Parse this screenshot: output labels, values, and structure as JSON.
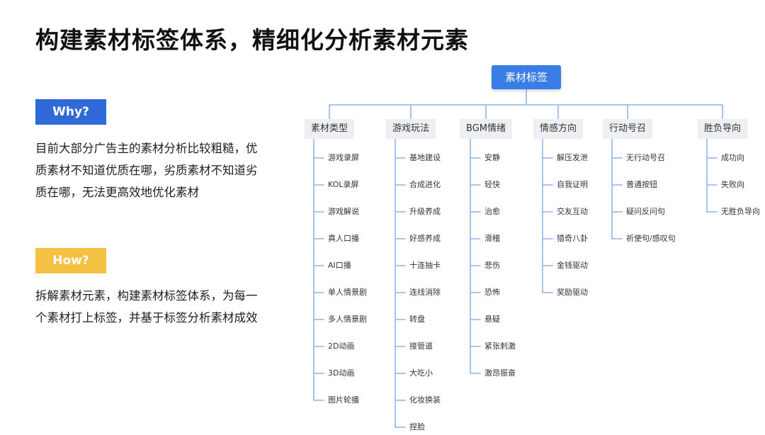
{
  "title": "构建素材标签体系，精细化分析素材元素",
  "why": {
    "label": "Why?",
    "lines": [
      "目前大部分广告主的素材分析比较粗糙，优",
      "质素材不知道优质在哪，劣质素材不知道劣",
      "质在哪，无法更高效地优化素材"
    ]
  },
  "how": {
    "label": "How?",
    "lines": [
      "拆解素材元素，构建素材标签体系，为每一",
      "个素材打上标签，并基于标签分析素材成效"
    ]
  },
  "tree": {
    "root": "素材标签",
    "categories": [
      {
        "label": "素材类型",
        "items": [
          "游戏录屏",
          "KOL录屏",
          "游戏解说",
          "真人口播",
          "AI口播",
          "单人情景剧",
          "多人情景剧",
          "2D动画",
          "3D动画",
          "图片轮播"
        ]
      },
      {
        "label": "游戏玩法",
        "items": [
          "基地建设",
          "合成进化",
          "升级养成",
          "好感养成",
          "十连抽卡",
          "连线消除",
          "转盘",
          "接管道",
          "大吃小",
          "化妆换装",
          "捏脸"
        ]
      },
      {
        "label": "BGM情绪",
        "items": [
          "安静",
          "轻快",
          "治愈",
          "滑稽",
          "悲伤",
          "恐怖",
          "悬疑",
          "紧张刺激",
          "激昂振奋"
        ]
      },
      {
        "label": "情感方向",
        "items": [
          "解压发泄",
          "自我证明",
          "交友互动",
          "猎奇八卦",
          "金钱驱动",
          "奖励驱动"
        ]
      },
      {
        "label": "行动号召",
        "items": [
          "无行动号召",
          "普通按钮",
          "疑问反问句",
          "祈使句/感叹句"
        ]
      },
      {
        "label": "胜负导向",
        "items": [
          "成功向",
          "失败向",
          "无胜负导向"
        ]
      }
    ]
  },
  "colors": {
    "line": "#8fb3ea",
    "root": "#3b7de6",
    "why": "#2f6ad8",
    "how": "#f5c142",
    "category_bg": "#eeeff2"
  }
}
